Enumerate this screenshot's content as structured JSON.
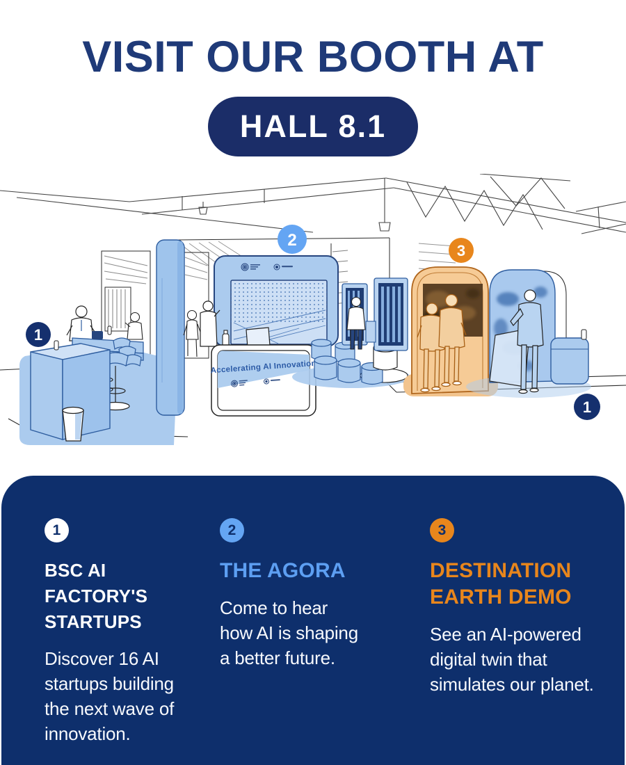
{
  "header": {
    "title": "VISIT OUR BOOTH AT",
    "hall_badge": "HALL 8.1"
  },
  "illustration": {
    "alt": "Line-art illustration of the exhibition booth: a startup bar, the Agora stage with a big screen, server racks, and the Destination Earth demo portal",
    "podium_sign": "Accelerating AI Innovation",
    "markers": [
      {
        "label": "1",
        "color": "#15306e"
      },
      {
        "label": "2",
        "color": "#64a5f3"
      },
      {
        "label": "3",
        "color": "#e8861c"
      },
      {
        "label": "1",
        "color": "#15306e"
      }
    ],
    "logos": [
      "bsc-logo",
      "ai-factory-logo"
    ]
  },
  "features": [
    {
      "number": "1",
      "title": "BSC AI\nFACTORY'S\nSTARTUPS",
      "description": "Discover 16 AI\nstartups building\nthe next wave of\ninnovation."
    },
    {
      "number": "2",
      "title": "THE AGORA",
      "description": "Come to hear\nhow AI is shaping\na better future."
    },
    {
      "number": "3",
      "title": "DESTINATION\nEARTH DEMO",
      "description": "See an AI-powered\ndigital twin that\nsimulates our planet."
    }
  ],
  "colors": {
    "title_navy": "#1f3a78",
    "pill_navy": "#1b2d68",
    "panel_navy": "#0e2f6c",
    "light_blue": "#64a5f3",
    "orange": "#e8861c",
    "illustration_blue": "#abcbee"
  }
}
